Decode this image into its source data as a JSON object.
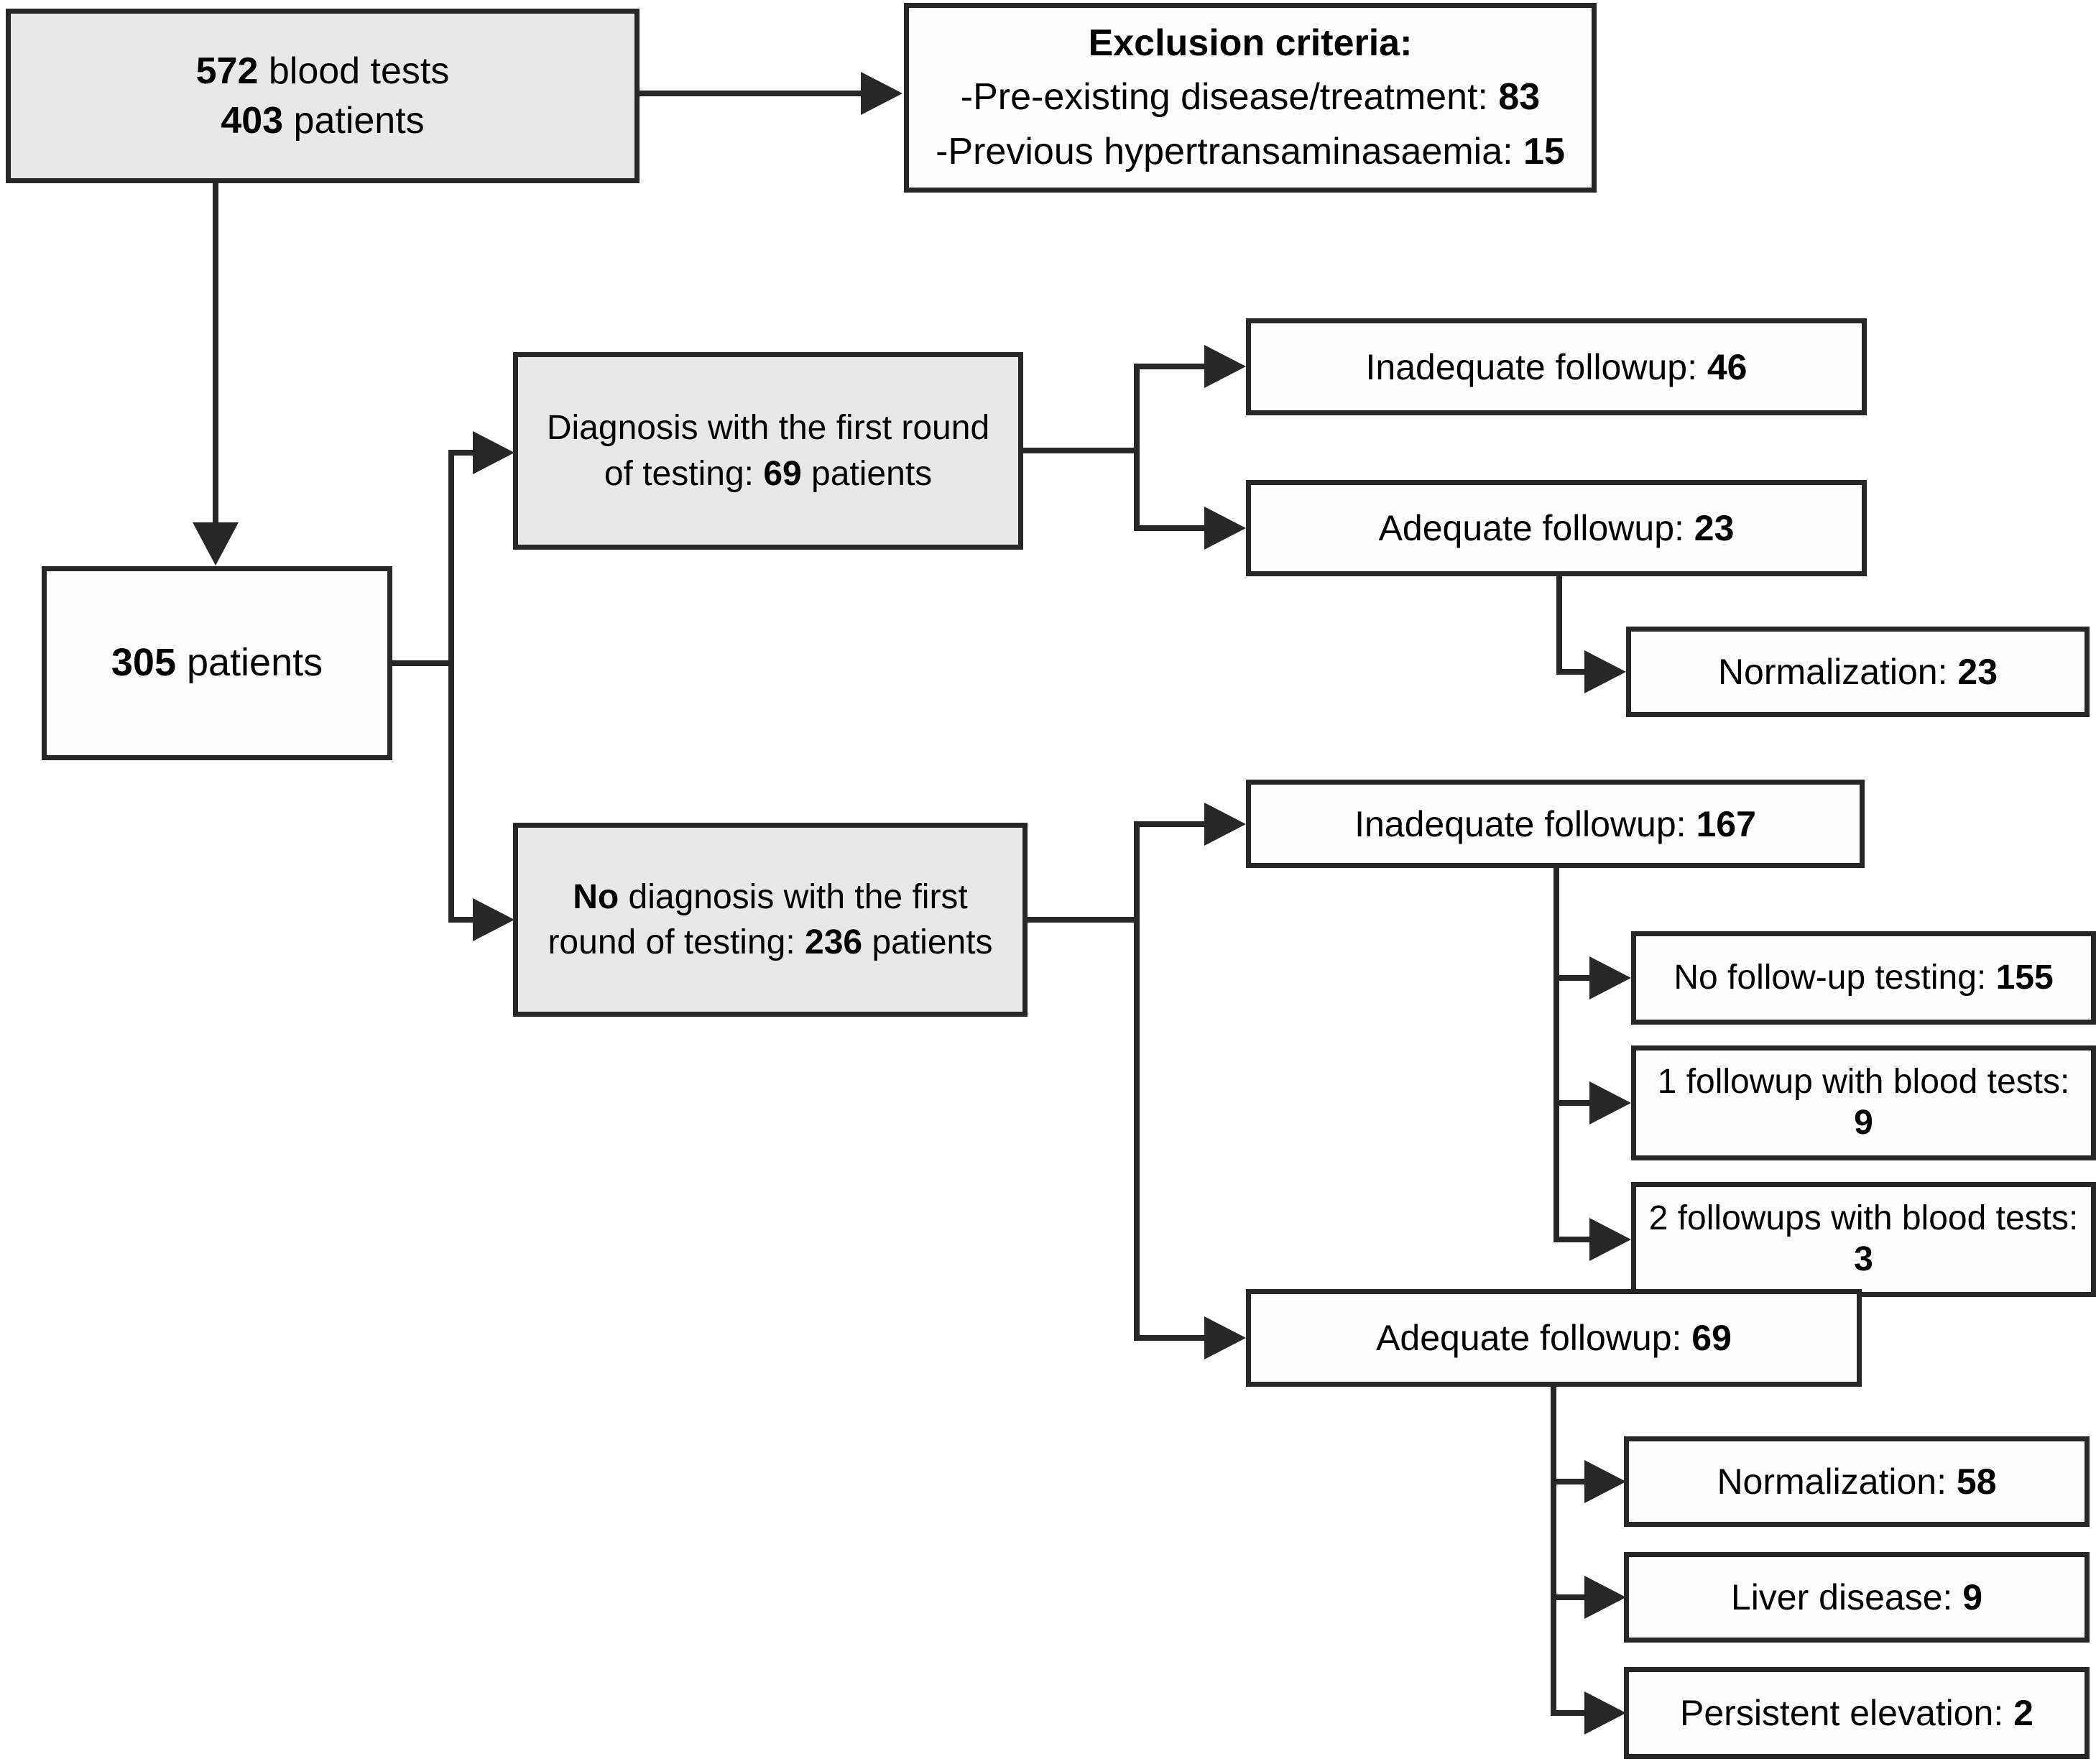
{
  "title": "Patient flow diagram for hypertransaminasaemia blood testing",
  "colors": {
    "box_border": "#272727",
    "connector": "#272727",
    "gray_fill": "#e8e8e9",
    "white_fill": "#fdfdfd",
    "text": "#000000"
  },
  "boxes": {
    "blood_tests": {
      "fill": "gray",
      "lines": [
        [
          {
            "t": "572",
            "b": true
          },
          {
            "t": " blood tests"
          }
        ],
        [
          {
            "t": "403",
            "b": true
          },
          {
            "t": " patients"
          }
        ]
      ]
    },
    "exclusion": {
      "fill": "white",
      "lines": [
        [
          {
            "t": "Exclusion criteria:",
            "b": true
          }
        ],
        [
          {
            "t": "-Pre-existing disease/treatment: "
          },
          {
            "t": "83",
            "b": true
          }
        ],
        [
          {
            "t": "-Previous hypertransaminasaemia: "
          },
          {
            "t": "15",
            "b": true
          }
        ]
      ]
    },
    "patients_305": {
      "fill": "white",
      "lines": [
        [
          {
            "t": "305",
            "b": true
          },
          {
            "t": " patients"
          }
        ]
      ]
    },
    "diagnosis_first": {
      "fill": "gray",
      "lines": [
        [
          {
            "t": "Diagnosis with the first round of testing: "
          },
          {
            "t": "69",
            "b": true
          },
          {
            "t": " patients"
          }
        ]
      ]
    },
    "inadequate_46": {
      "fill": "white",
      "lines": [
        [
          {
            "t": "Inadequate followup: "
          },
          {
            "t": "46",
            "b": true
          }
        ]
      ]
    },
    "adequate_23": {
      "fill": "white",
      "lines": [
        [
          {
            "t": "Adequate followup: "
          },
          {
            "t": "23",
            "b": true
          }
        ]
      ]
    },
    "normalization_23": {
      "fill": "white",
      "lines": [
        [
          {
            "t": "Normalization: "
          },
          {
            "t": "23",
            "b": true
          }
        ]
      ]
    },
    "no_diagnosis_first": {
      "fill": "gray",
      "lines": [
        [
          {
            "t": "No",
            "b": true
          },
          {
            "t": " diagnosis with the first round of testing: "
          },
          {
            "t": "236",
            "b": true
          },
          {
            "t": " patients"
          }
        ]
      ]
    },
    "inadequate_167": {
      "fill": "white",
      "lines": [
        [
          {
            "t": "Inadequate followup: "
          },
          {
            "t": "167",
            "b": true
          }
        ]
      ]
    },
    "no_followup_155": {
      "fill": "white",
      "lines": [
        [
          {
            "t": "No follow-up testing: "
          },
          {
            "t": "155",
            "b": true
          }
        ]
      ]
    },
    "one_followup_9": {
      "fill": "white",
      "lines": [
        [
          {
            "t": "1 followup with blood tests: "
          },
          {
            "t": "9",
            "b": true
          }
        ]
      ]
    },
    "two_followups_3": {
      "fill": "white",
      "lines": [
        [
          {
            "t": "2 followups with blood tests: "
          },
          {
            "t": "3",
            "b": true
          }
        ]
      ]
    },
    "adequate_69": {
      "fill": "white",
      "lines": [
        [
          {
            "t": "Adequate followup: "
          },
          {
            "t": "69",
            "b": true
          }
        ]
      ]
    },
    "normalization_58": {
      "fill": "white",
      "lines": [
        [
          {
            "t": "Normalization: "
          },
          {
            "t": "58",
            "b": true
          }
        ]
      ]
    },
    "liver_disease_9": {
      "fill": "white",
      "lines": [
        [
          {
            "t": "Liver disease: "
          },
          {
            "t": "9",
            "b": true
          }
        ]
      ]
    },
    "persistent_elevation_2": {
      "fill": "white",
      "lines": [
        [
          {
            "t": "Persistent elevation: "
          },
          {
            "t": "2",
            "b": true
          }
        ]
      ]
    }
  },
  "edges": [
    {
      "from": "blood_tests",
      "to": "exclusion"
    },
    {
      "from": "blood_tests",
      "to": "patients_305"
    },
    {
      "from": "patients_305",
      "to": "diagnosis_first"
    },
    {
      "from": "patients_305",
      "to": "no_diagnosis_first"
    },
    {
      "from": "diagnosis_first",
      "to": "inadequate_46"
    },
    {
      "from": "diagnosis_first",
      "to": "adequate_23"
    },
    {
      "from": "adequate_23",
      "to": "normalization_23"
    },
    {
      "from": "no_diagnosis_first",
      "to": "inadequate_167"
    },
    {
      "from": "no_diagnosis_first",
      "to": "adequate_69"
    },
    {
      "from": "inadequate_167",
      "to": "no_followup_155"
    },
    {
      "from": "inadequate_167",
      "to": "one_followup_9"
    },
    {
      "from": "inadequate_167",
      "to": "two_followups_3"
    },
    {
      "from": "adequate_69",
      "to": "normalization_58"
    },
    {
      "from": "adequate_69",
      "to": "liver_disease_9"
    },
    {
      "from": "adequate_69",
      "to": "persistent_elevation_2"
    }
  ]
}
